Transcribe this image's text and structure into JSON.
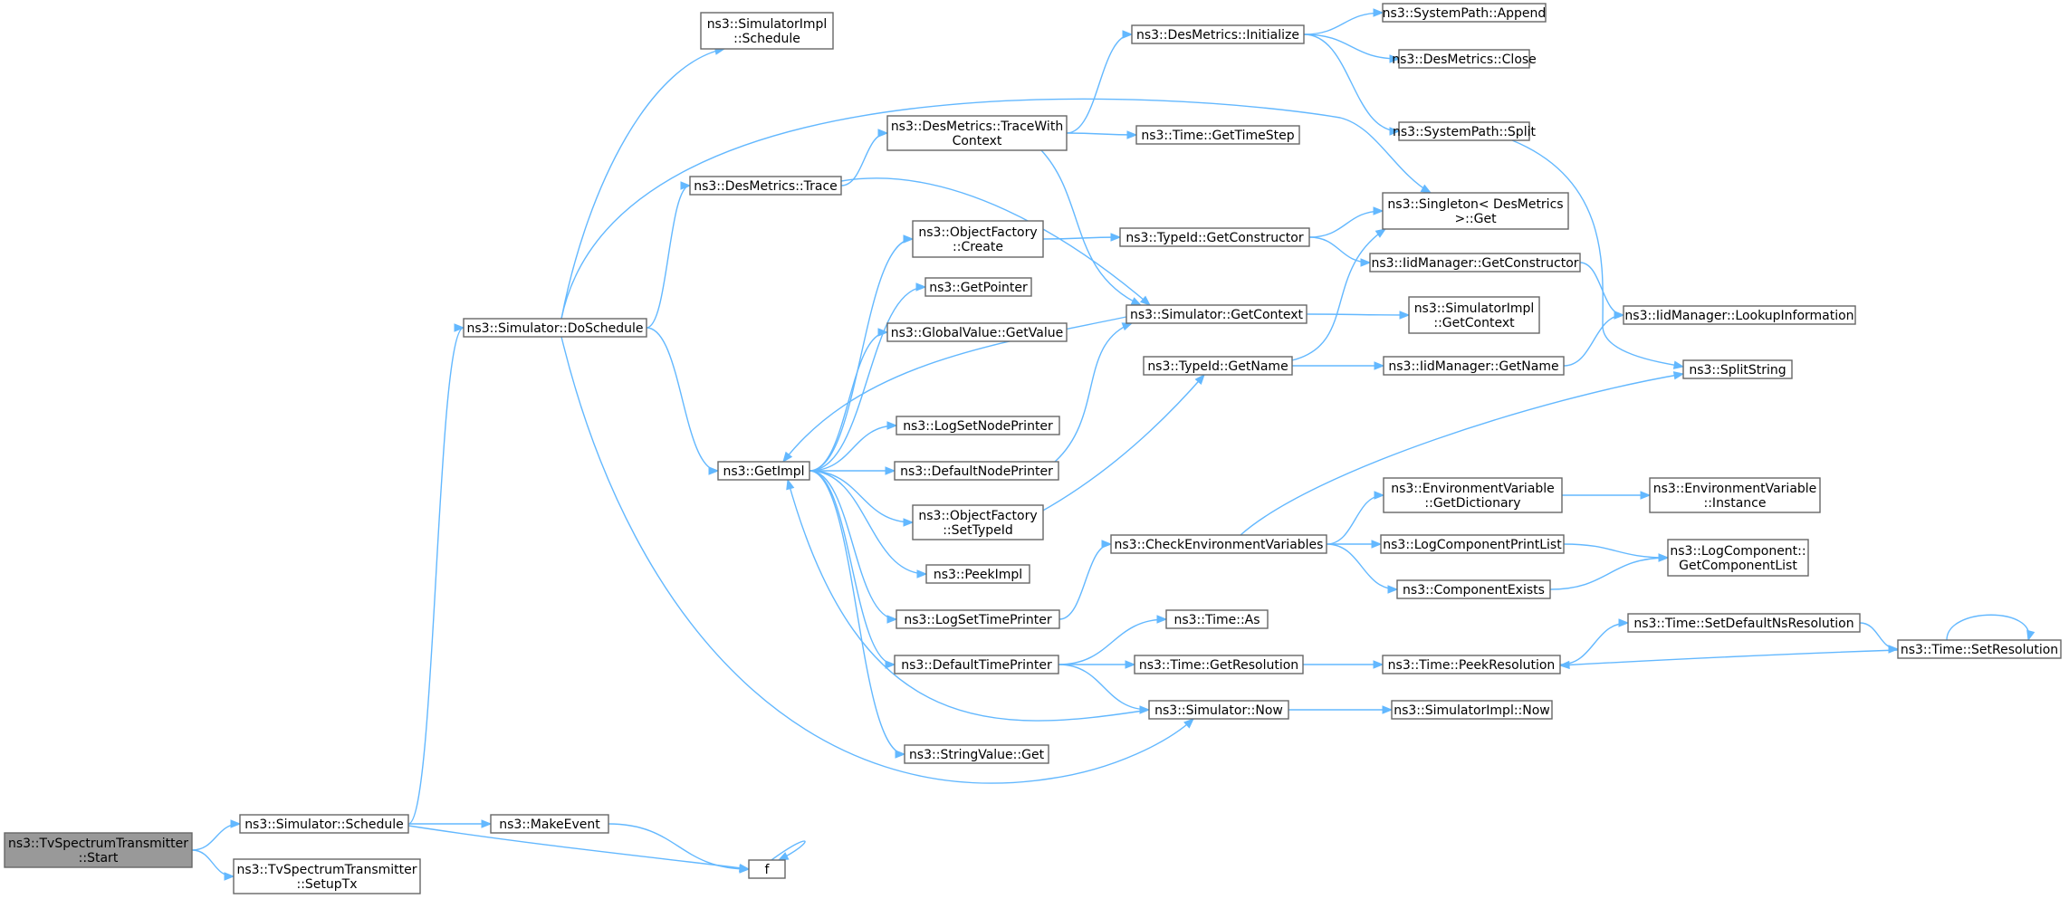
{
  "colors": {
    "edge": "#63b8ff",
    "node_border": "#666666",
    "root_fill": "#999999",
    "node_fill": "#ffffff"
  },
  "nodes": [
    {
      "id": "start",
      "lines": [
        "ns3::TvSpectrumTransmitter",
        "::Start"
      ],
      "root": true
    },
    {
      "id": "schedule",
      "lines": [
        "ns3::Simulator::Schedule"
      ]
    },
    {
      "id": "setuptx",
      "lines": [
        "ns3::TvSpectrumTransmitter",
        "::SetupTx"
      ]
    },
    {
      "id": "doschedule",
      "lines": [
        "ns3::Simulator::DoSchedule"
      ]
    },
    {
      "id": "makeevent",
      "lines": [
        "ns3::MakeEvent"
      ]
    },
    {
      "id": "f",
      "lines": [
        "f"
      ]
    },
    {
      "id": "simimpl_schedule",
      "lines": [
        "ns3::SimulatorImpl",
        "::Schedule"
      ]
    },
    {
      "id": "desmetrics_trace",
      "lines": [
        "ns3::DesMetrics::Trace"
      ]
    },
    {
      "id": "getimpl",
      "lines": [
        "ns3::GetImpl"
      ]
    },
    {
      "id": "tracewithcontext",
      "lines": [
        "ns3::DesMetrics::TraceWith",
        "Context"
      ]
    },
    {
      "id": "of_create",
      "lines": [
        "ns3::ObjectFactory",
        "::Create"
      ]
    },
    {
      "id": "getpointer",
      "lines": [
        "ns3::GetPointer"
      ]
    },
    {
      "id": "gv_getvalue",
      "lines": [
        "ns3::GlobalValue::GetValue"
      ]
    },
    {
      "id": "lognodeprinter",
      "lines": [
        "ns3::LogSetNodePrinter"
      ]
    },
    {
      "id": "defaultnodeprinter",
      "lines": [
        "ns3::DefaultNodePrinter"
      ]
    },
    {
      "id": "of_settypeid",
      "lines": [
        "ns3::ObjectFactory",
        "::SetTypeId"
      ]
    },
    {
      "id": "peekimpl",
      "lines": [
        "ns3::PeekImpl"
      ]
    },
    {
      "id": "logtimeprinter",
      "lines": [
        "ns3::LogSetTimePrinter"
      ]
    },
    {
      "id": "defaulttimeprinter",
      "lines": [
        "ns3::DefaultTimePrinter"
      ]
    },
    {
      "id": "stringvalue_get",
      "lines": [
        "ns3::StringValue::Get"
      ]
    },
    {
      "id": "dm_initialize",
      "lines": [
        "ns3::DesMetrics::Initialize"
      ]
    },
    {
      "id": "time_gettimestep",
      "lines": [
        "ns3::Time::GetTimeStep"
      ]
    },
    {
      "id": "typeid_getconstructor",
      "lines": [
        "ns3::TypeId::GetConstructor"
      ]
    },
    {
      "id": "sim_getcontext",
      "lines": [
        "ns3::Simulator::GetContext"
      ]
    },
    {
      "id": "typeid_getname",
      "lines": [
        "ns3::TypeId::GetName"
      ]
    },
    {
      "id": "checkenv",
      "lines": [
        "ns3::CheckEnvironmentVariables"
      ]
    },
    {
      "id": "time_as",
      "lines": [
        "ns3::Time::As"
      ]
    },
    {
      "id": "time_getresolution",
      "lines": [
        "ns3::Time::GetResolution"
      ]
    },
    {
      "id": "sim_now",
      "lines": [
        "ns3::Simulator::Now"
      ]
    },
    {
      "id": "syspath_append",
      "lines": [
        "ns3::SystemPath::Append"
      ]
    },
    {
      "id": "dm_close",
      "lines": [
        "ns3::DesMetrics::Close"
      ]
    },
    {
      "id": "syspath_split",
      "lines": [
        "ns3::SystemPath::Split"
      ]
    },
    {
      "id": "singleton_get",
      "lines": [
        "ns3::Singleton< DesMetrics",
        " >::Get"
      ]
    },
    {
      "id": "iid_getconstructor",
      "lines": [
        "ns3::IidManager::GetConstructor"
      ]
    },
    {
      "id": "simimpl_getcontext",
      "lines": [
        "ns3::SimulatorImpl",
        "::GetContext"
      ]
    },
    {
      "id": "iid_getname",
      "lines": [
        "ns3::IidManager::GetName"
      ]
    },
    {
      "id": "env_getdictionary",
      "lines": [
        "ns3::EnvironmentVariable",
        "::GetDictionary"
      ]
    },
    {
      "id": "logcomponentprintlist",
      "lines": [
        "ns3::LogComponentPrintList"
      ]
    },
    {
      "id": "componentexists",
      "lines": [
        "ns3::ComponentExists"
      ]
    },
    {
      "id": "time_peekresolution",
      "lines": [
        "ns3::Time::PeekResolution"
      ]
    },
    {
      "id": "simimpl_now",
      "lines": [
        "ns3::SimulatorImpl::Now"
      ]
    },
    {
      "id": "iid_lookupinformation",
      "lines": [
        "ns3::IidManager::LookupInformation"
      ]
    },
    {
      "id": "splitstring",
      "lines": [
        "ns3::SplitString"
      ]
    },
    {
      "id": "env_instance",
      "lines": [
        "ns3::EnvironmentVariable",
        "::Instance"
      ]
    },
    {
      "id": "logcomponent_getcomponentlist",
      "lines": [
        "ns3::LogComponent::",
        "GetComponentList"
      ]
    },
    {
      "id": "time_setdefaultnsresolution",
      "lines": [
        "ns3::Time::SetDefaultNsResolution"
      ]
    },
    {
      "id": "time_setresolution",
      "lines": [
        "ns3::Time::SetResolution"
      ]
    }
  ],
  "edges": [
    [
      "start",
      "schedule"
    ],
    [
      "start",
      "setuptx"
    ],
    [
      "schedule",
      "doschedule"
    ],
    [
      "schedule",
      "makeevent"
    ],
    [
      "schedule",
      "f"
    ],
    [
      "makeevent",
      "f"
    ],
    [
      "f",
      "f"
    ],
    [
      "doschedule",
      "simimpl_schedule"
    ],
    [
      "doschedule",
      "singleton_get"
    ],
    [
      "doschedule",
      "desmetrics_trace"
    ],
    [
      "doschedule",
      "getimpl"
    ],
    [
      "doschedule",
      "sim_now"
    ],
    [
      "desmetrics_trace",
      "tracewithcontext"
    ],
    [
      "desmetrics_trace",
      "sim_getcontext"
    ],
    [
      "tracewithcontext",
      "dm_initialize"
    ],
    [
      "tracewithcontext",
      "time_gettimestep"
    ],
    [
      "tracewithcontext",
      "sim_getcontext"
    ],
    [
      "dm_initialize",
      "syspath_append"
    ],
    [
      "dm_initialize",
      "dm_close"
    ],
    [
      "dm_initialize",
      "syspath_split"
    ],
    [
      "syspath_split",
      "splitstring"
    ],
    [
      "getimpl",
      "of_create"
    ],
    [
      "getimpl",
      "getpointer"
    ],
    [
      "getimpl",
      "gv_getvalue"
    ],
    [
      "getimpl",
      "lognodeprinter"
    ],
    [
      "getimpl",
      "defaultnodeprinter"
    ],
    [
      "getimpl",
      "of_settypeid"
    ],
    [
      "getimpl",
      "peekimpl"
    ],
    [
      "getimpl",
      "logtimeprinter"
    ],
    [
      "getimpl",
      "defaulttimeprinter"
    ],
    [
      "getimpl",
      "stringvalue_get"
    ],
    [
      "of_create",
      "typeid_getconstructor"
    ],
    [
      "typeid_getconstructor",
      "singleton_get"
    ],
    [
      "typeid_getconstructor",
      "iid_getconstructor"
    ],
    [
      "iid_getconstructor",
      "iid_lookupinformation"
    ],
    [
      "sim_getcontext",
      "getimpl"
    ],
    [
      "sim_getcontext",
      "simimpl_getcontext"
    ],
    [
      "defaultnodeprinter",
      "sim_getcontext"
    ],
    [
      "of_settypeid",
      "typeid_getname"
    ],
    [
      "typeid_getname",
      "singleton_get"
    ],
    [
      "typeid_getname",
      "iid_getname"
    ],
    [
      "iid_getname",
      "iid_lookupinformation"
    ],
    [
      "logtimeprinter",
      "checkenv"
    ],
    [
      "checkenv",
      "splitstring"
    ],
    [
      "checkenv",
      "env_getdictionary"
    ],
    [
      "checkenv",
      "logcomponentprintlist"
    ],
    [
      "checkenv",
      "componentexists"
    ],
    [
      "env_getdictionary",
      "env_instance"
    ],
    [
      "logcomponentprintlist",
      "logcomponent_getcomponentlist"
    ],
    [
      "componentexists",
      "logcomponent_getcomponentlist"
    ],
    [
      "defaulttimeprinter",
      "time_as"
    ],
    [
      "defaulttimeprinter",
      "time_getresolution"
    ],
    [
      "defaulttimeprinter",
      "sim_now"
    ],
    [
      "time_getresolution",
      "time_peekresolution"
    ],
    [
      "time_peekresolution",
      "time_setdefaultnsresolution"
    ],
    [
      "time_setdefaultnsresolution",
      "time_setresolution"
    ],
    [
      "time_setresolution",
      "time_peekresolution"
    ],
    [
      "time_setresolution",
      "time_setresolution"
    ],
    [
      "sim_now",
      "getimpl"
    ],
    [
      "sim_now",
      "simimpl_now"
    ]
  ]
}
